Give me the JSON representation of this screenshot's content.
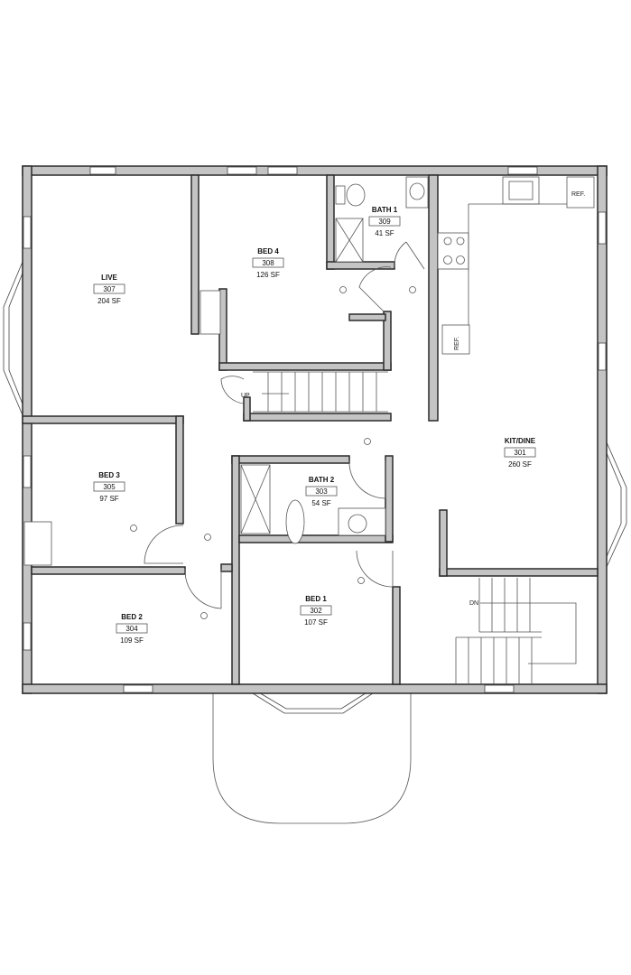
{
  "rooms": [
    {
      "name": "LIVE",
      "number": "307",
      "area": "204 SF"
    },
    {
      "name": "BED 4",
      "number": "308",
      "area": "126 SF"
    },
    {
      "name": "BATH 1",
      "number": "309",
      "area": "41 SF"
    },
    {
      "name": "KIT/DINE",
      "number": "301",
      "area": "260 SF"
    },
    {
      "name": "BED 3",
      "number": "305",
      "area": "97 SF"
    },
    {
      "name": "BATH 2",
      "number": "303",
      "area": "54 SF"
    },
    {
      "name": "BED 2",
      "number": "304",
      "area": "109 SF"
    },
    {
      "name": "BED 1",
      "number": "302",
      "area": "107 SF"
    }
  ],
  "labels": {
    "ref_top": "REF.",
    "ref_side": "REF.",
    "stair_up": "UP",
    "stair_down": "DN"
  }
}
